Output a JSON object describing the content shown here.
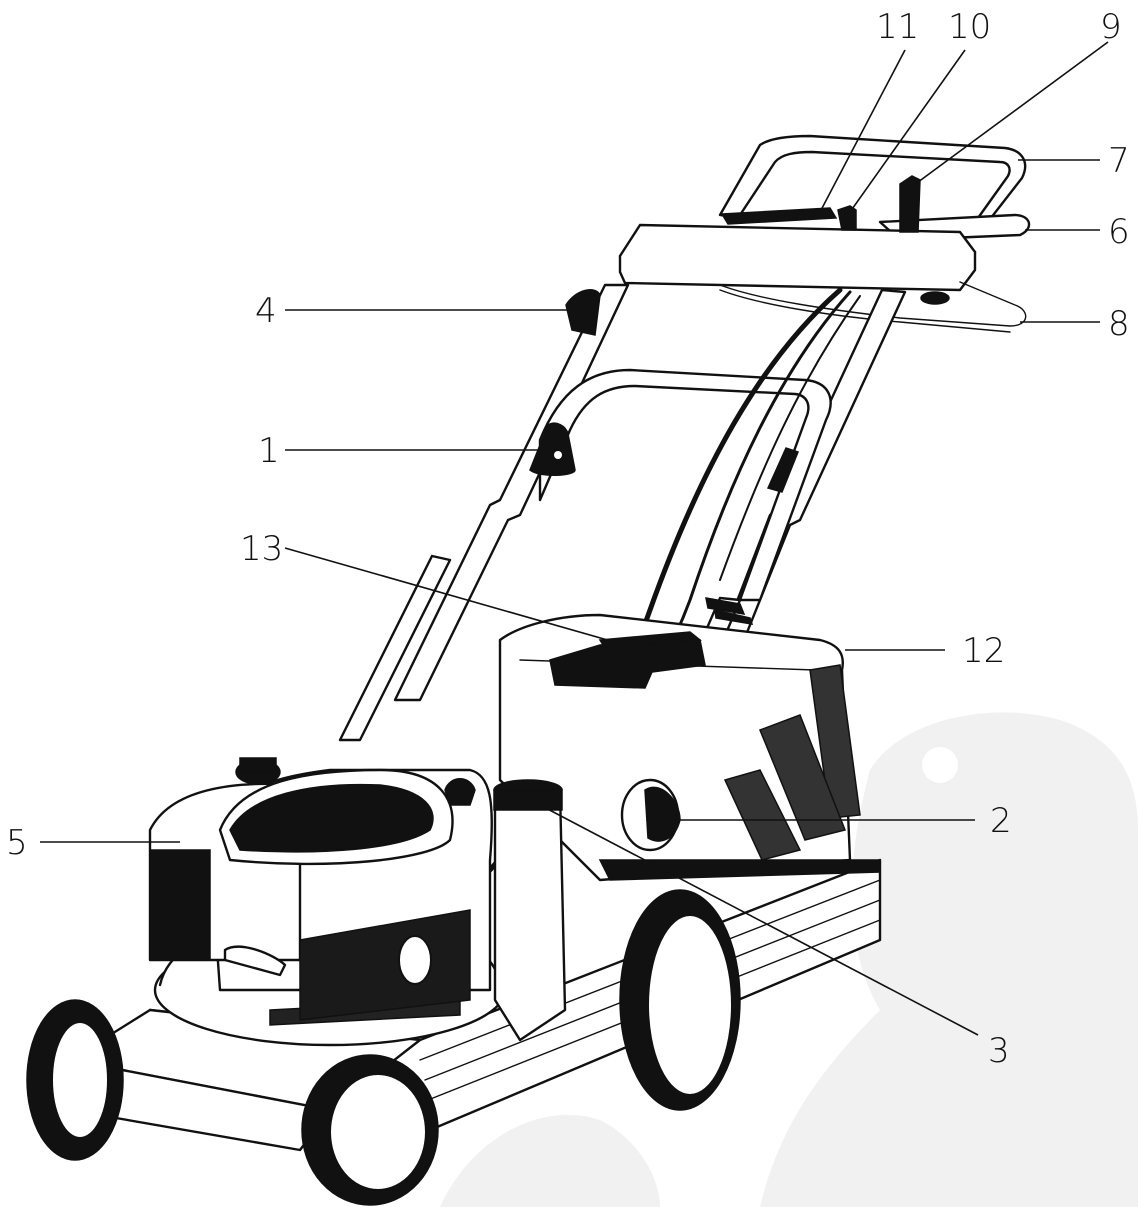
{
  "colors": {
    "ink": "#111111",
    "paper": "#ffffff",
    "watermark": "#f1f1f1"
  },
  "callouts": [
    {
      "id": "c11",
      "label": "11"
    },
    {
      "id": "c10",
      "label": "10"
    },
    {
      "id": "c9",
      "label": "9"
    },
    {
      "id": "c7",
      "label": "7"
    },
    {
      "id": "c6",
      "label": "6"
    },
    {
      "id": "c8",
      "label": "8"
    },
    {
      "id": "c4",
      "label": "4"
    },
    {
      "id": "c1",
      "label": "1"
    },
    {
      "id": "c13",
      "label": "13"
    },
    {
      "id": "c12",
      "label": "12"
    },
    {
      "id": "c5",
      "label": "5"
    },
    {
      "id": "c2",
      "label": "2"
    },
    {
      "id": "c3",
      "label": "3"
    }
  ]
}
